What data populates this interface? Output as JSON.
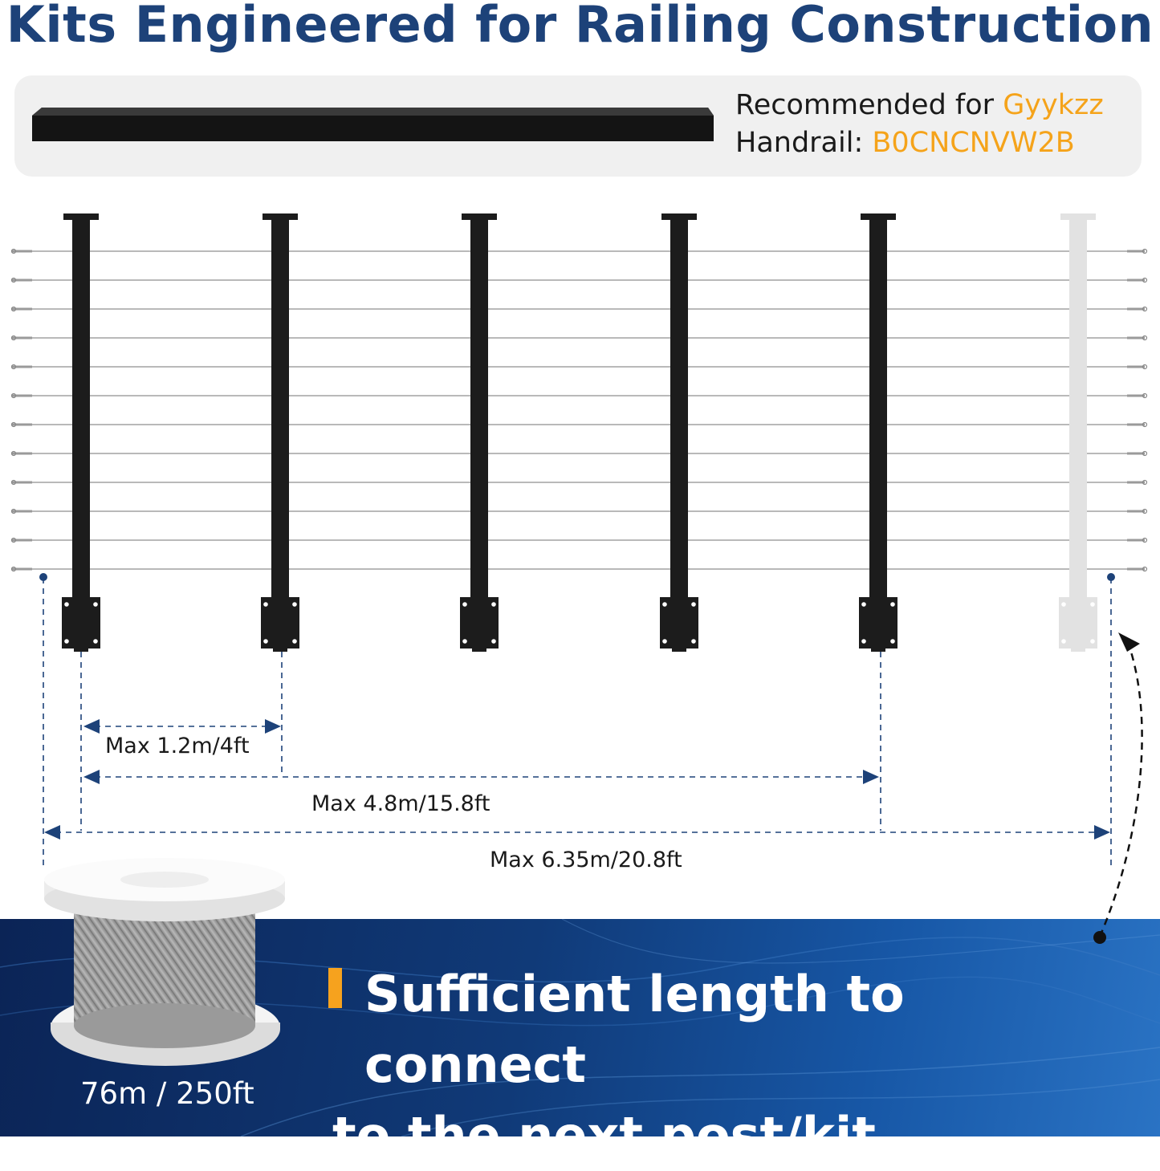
{
  "title": "Kits Engineered for Railing Construction",
  "recommendation": {
    "prefix": "Recommended for ",
    "brand": "Gyykzz",
    "handrail_label": "Handrail: ",
    "asin": "B0CNCNVW2B"
  },
  "dimensions": {
    "post_spacing": "Max 1.2m/4ft",
    "kit_span": "Max 4.8m/15.8ft",
    "cable_run": "Max 6.35m/20.8ft"
  },
  "banner": {
    "line1": "Sufficient length to connect",
    "line2": "to the next post/kit"
  },
  "spool": {
    "label": "76m / 250ft"
  },
  "colors": {
    "title": "#1d4279",
    "accent": "#f5a31a",
    "dimension_line": "#1d4279",
    "post": "#1c1c1c",
    "ghost_post": "#e2e2e2"
  },
  "diagram": {
    "post_count": 5,
    "ghost_post_count": 1,
    "cable_count": 12
  }
}
